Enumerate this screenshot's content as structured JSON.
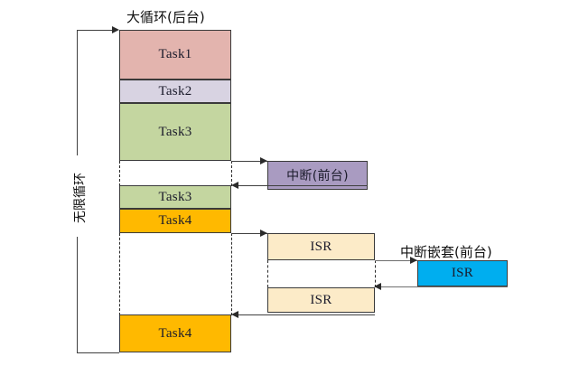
{
  "diagram": {
    "title_main": "大循环(后台)",
    "title_nested": "中断嵌套(前台)",
    "loop_label": "无限循环",
    "colors": {
      "task1": "#E3B4AE",
      "task2": "#D8D3E2",
      "task3": "#C4D6A0",
      "task4": "#FFB900",
      "interrupt": "#A99BC1",
      "isr": "#FCEBC8",
      "isr_nested": "#00AEEF",
      "border": "#3a3a3a",
      "line": "#3f3f3f"
    },
    "main_column": {
      "name": "main-loop-column",
      "blocks": [
        {
          "label": "Task1",
          "color_key": "task1"
        },
        {
          "label": "Task2",
          "color_key": "task2"
        },
        {
          "label": "Task3",
          "color_key": "task3"
        },
        {
          "label": "Task3",
          "color_key": "task3"
        },
        {
          "label": "Task4",
          "color_key": "task4"
        },
        {
          "label": "Task4",
          "color_key": "task4"
        }
      ]
    },
    "interrupt_block": {
      "label": "中断(前台)",
      "color_key": "interrupt"
    },
    "isr_blocks": [
      {
        "label": "ISR",
        "color_key": "isr"
      },
      {
        "label": "ISR",
        "color_key": "isr"
      }
    ],
    "isr_nested_block": {
      "label": "ISR",
      "color_key": "isr_nested"
    }
  }
}
